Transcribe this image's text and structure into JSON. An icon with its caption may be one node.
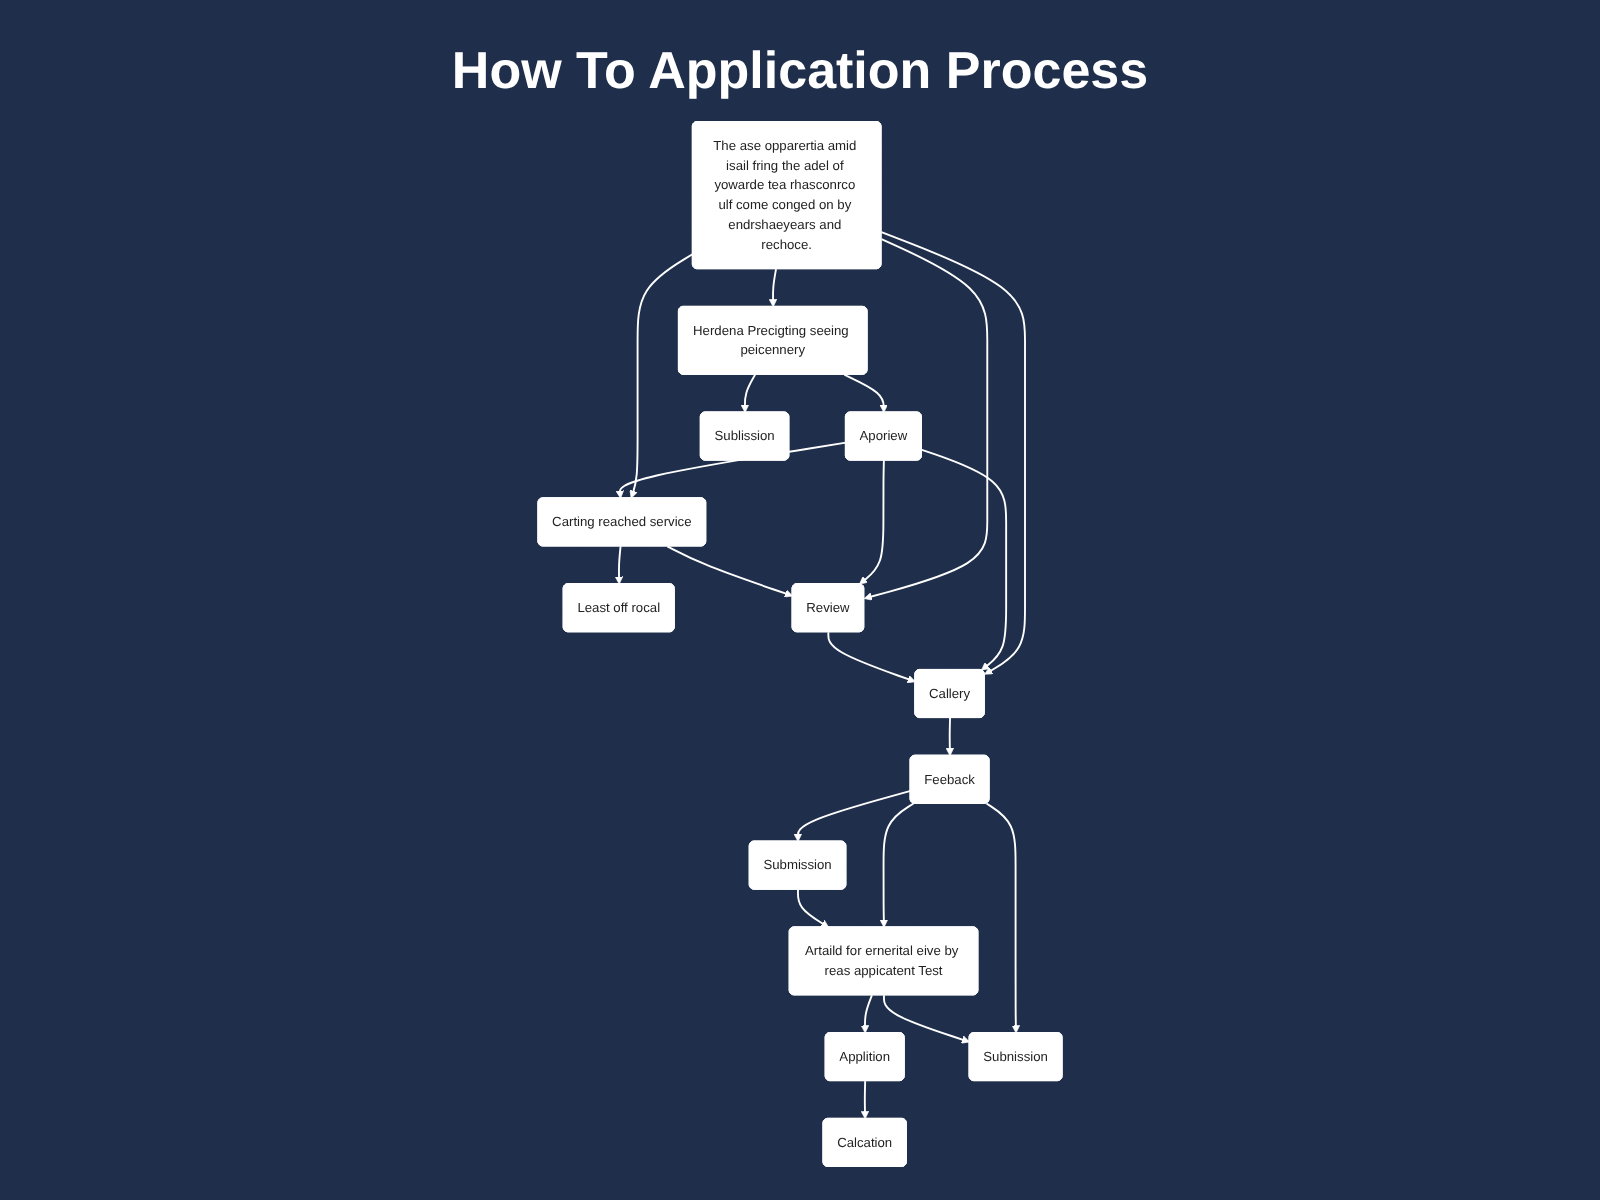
{
  "diagram": {
    "title": "How To Application Process",
    "nodes": [
      {
        "text": [
          "The ase opparertia amid isail fring the adel of yowarde tea rhasconrco ulf come conged on by endrshaeyears and rechoce."
        ]
      },
      {
        "text": [
          "Herdena Precigting seeing peicennery"
        ]
      },
      {
        "text": [
          "Sublission"
        ]
      },
      {
        "text": [
          "Aporiew"
        ]
      },
      {
        "text": [
          "Carting reached service"
        ]
      },
      {
        "text": [
          "Review"
        ]
      },
      {
        "text": [
          "Callery"
        ]
      },
      {
        "text": [
          "Least off rocal"
        ]
      },
      {
        "text": [
          "Feeback"
        ]
      },
      {
        "text": [
          "Submission"
        ]
      },
      {
        "text": [
          "Artaild for ernerital eive by reas appicatent Test"
        ]
      },
      {
        "text": [
          "Subnission"
        ]
      },
      {
        "text": [
          "Applition"
        ]
      },
      {
        "text": [
          "Calcation"
        ]
      }
    ],
    "edges": [
      {
        "from": 0,
        "to": 1,
        "arrow": "to"
      },
      {
        "from": 1,
        "to": 2,
        "arrow": "to"
      },
      {
        "from": 1,
        "to": 3,
        "arrow": "to"
      },
      {
        "from": 0,
        "to": 4,
        "arrow": "to"
      },
      {
        "from": 0,
        "to": 5,
        "arrow": "to"
      },
      {
        "from": 0,
        "to": 6,
        "arrow": "to"
      },
      {
        "from": 3,
        "to": 4,
        "arrow": "to"
      },
      {
        "from": 3,
        "to": 5,
        "arrow": "to"
      },
      {
        "from": 3,
        "to": 6,
        "arrow": "to"
      },
      {
        "from": 4,
        "to": 5,
        "arrow": "to"
      },
      {
        "from": 5,
        "to": 6,
        "arrow": "to"
      },
      {
        "from": 4,
        "to": 7,
        "arrow": "to"
      },
      {
        "from": 6,
        "to": 8,
        "arrow": "to"
      },
      {
        "from": 8,
        "to": 9,
        "arrow": "to"
      },
      {
        "from": 8,
        "to": 10,
        "arrow": "to"
      },
      {
        "from": 8,
        "to": 11,
        "arrow": "to"
      },
      {
        "from": 9,
        "to": 10,
        "arrow": "to"
      },
      {
        "from": 10,
        "to": 11,
        "arrow": "to"
      },
      {
        "from": 10,
        "to": 12,
        "arrow": "to"
      },
      {
        "from": 12,
        "to": 13,
        "arrow": "to"
      }
    ]
  }
}
